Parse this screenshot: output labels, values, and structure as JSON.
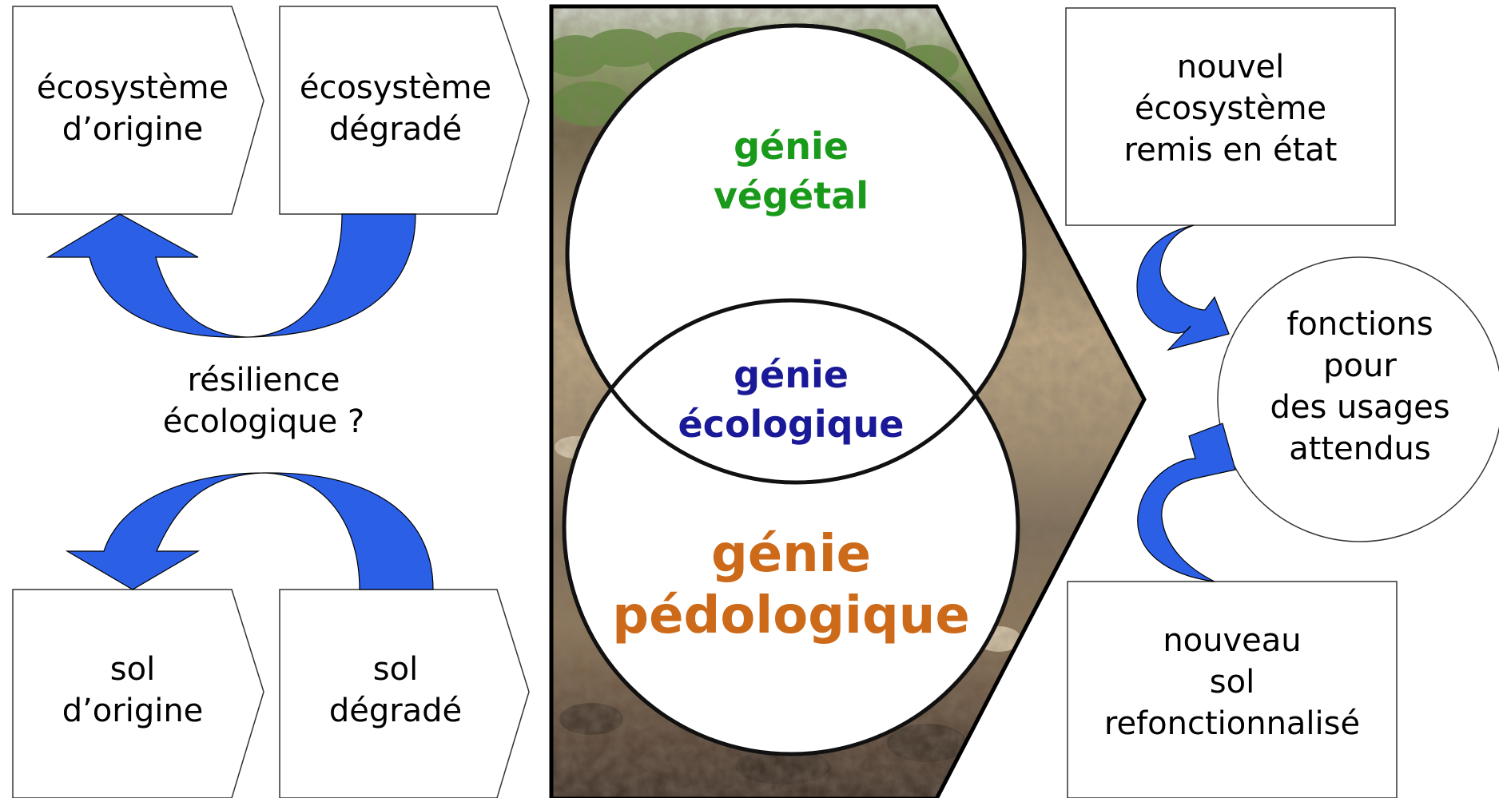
{
  "left_column": {
    "top_row": [
      {
        "lines": [
          "écosystème",
          "d’origine"
        ]
      },
      {
        "lines": [
          "écosystème",
          "dégradé"
        ]
      }
    ],
    "middle_label": {
      "lines": [
        "résilience",
        "écologique ?"
      ]
    },
    "bottom_row": [
      {
        "lines": [
          "sol",
          "d’origine"
        ]
      },
      {
        "lines": [
          "sol",
          "dégradé"
        ]
      }
    ]
  },
  "center": {
    "photo_description_icon": "soil-profile-photo",
    "circles": {
      "top": {
        "lines": [
          "génie",
          "végétal"
        ],
        "color": "#1a9a1a"
      },
      "intersection": {
        "lines": [
          "génie",
          "écologique"
        ],
        "color": "#1a1a99"
      },
      "bottom": {
        "lines": [
          "génie",
          "pédologique"
        ],
        "color": "#cc6a1a"
      }
    }
  },
  "right_column": {
    "top_box": {
      "lines": [
        "nouvel",
        "écosystème",
        "remis en état"
      ]
    },
    "circle": {
      "lines": [
        "fonctions",
        "pour",
        "des usages",
        "attendus"
      ]
    },
    "bottom_box": {
      "lines": [
        "nouveau",
        "sol",
        "refonctionnalisé"
      ]
    }
  },
  "colors": {
    "arrow_fill": "#2a5fe6",
    "arrow_stroke": "#000000"
  }
}
